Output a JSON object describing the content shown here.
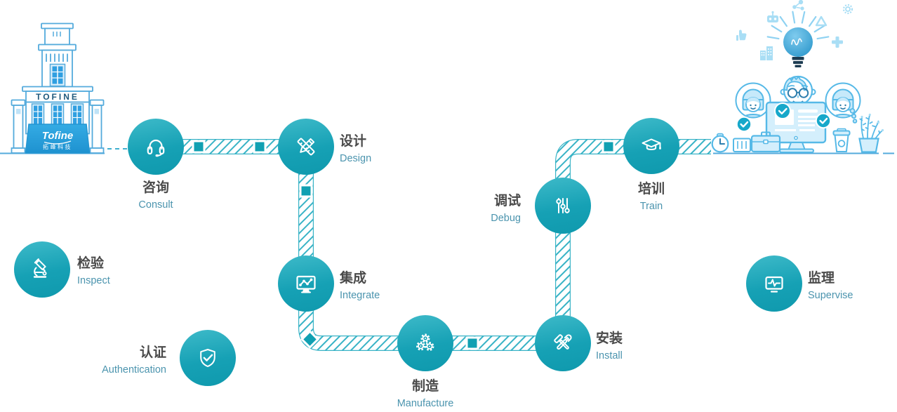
{
  "colors": {
    "accent_teal": "#14a2b6",
    "road": "#36b3c6",
    "zh_text": "#4a4a4a",
    "en_text": "#4b94ae",
    "illustration_blue": "#56b9e7",
    "banner_blue": "#2aa4dd"
  },
  "building": {
    "sign": "TOFINE",
    "logo_line1": "Tofine",
    "logo_line2": "拓峰科技"
  },
  "steps": [
    {
      "id": "consult",
      "zh": "咨询",
      "en": "Consult",
      "icon": "headset-icon"
    },
    {
      "id": "design",
      "zh": "设计",
      "en": "Design",
      "icon": "pencil-ruler-icon"
    },
    {
      "id": "integrate",
      "zh": "集成",
      "en": "Integrate",
      "icon": "monitor-chart-icon"
    },
    {
      "id": "manufacture",
      "zh": "制造",
      "en": "Manufacture",
      "icon": "gears-icon"
    },
    {
      "id": "install",
      "zh": "安装",
      "en": "Install",
      "icon": "wrench-hammer-icon"
    },
    {
      "id": "debug",
      "zh": "调试",
      "en": "Debug",
      "icon": "sliders-icon"
    },
    {
      "id": "train",
      "zh": "培训",
      "en": "Train",
      "icon": "graduation-cap-icon"
    },
    {
      "id": "inspect",
      "zh": "检验",
      "en": "Inspect",
      "icon": "microscope-icon"
    },
    {
      "id": "authentication",
      "zh": "认证",
      "en": "Authentication",
      "icon": "shield-check-icon"
    },
    {
      "id": "supervise",
      "zh": "监理",
      "en": "Supervise",
      "icon": "monitor-pulse-icon"
    }
  ]
}
